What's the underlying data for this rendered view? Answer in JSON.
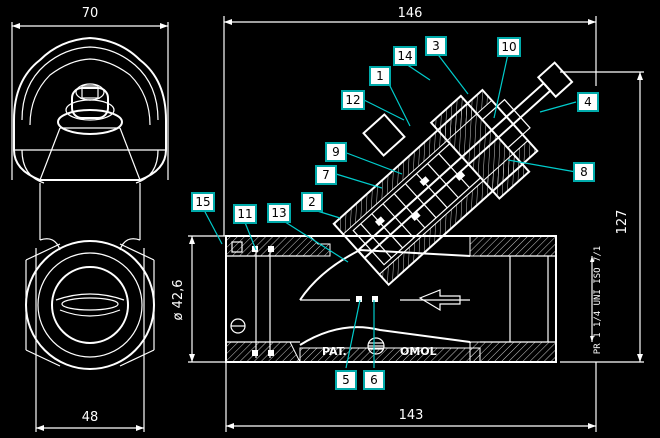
{
  "dimensions": {
    "front_width": "70",
    "front_base": "48",
    "section_top": "146",
    "section_bottom": "143",
    "section_height": "127",
    "diameter": "ø 42,6"
  },
  "thread_label": "PR 1 1/4 UNI ISO 7/1",
  "pat_label": "PAT.",
  "brand": "OMOL",
  "callouts": [
    {
      "label": "1"
    },
    {
      "label": "2"
    },
    {
      "label": "3"
    },
    {
      "label": "4"
    },
    {
      "label": "5"
    },
    {
      "label": "6"
    },
    {
      "label": "7"
    },
    {
      "label": "8"
    },
    {
      "label": "9"
    },
    {
      "label": "10"
    },
    {
      "label": "11"
    },
    {
      "label": "12"
    },
    {
      "label": "13"
    },
    {
      "label": "14"
    },
    {
      "label": "15"
    }
  ],
  "colors": {
    "background": "#000000",
    "lines": "#ffffff",
    "leaders": "#00cccc"
  }
}
